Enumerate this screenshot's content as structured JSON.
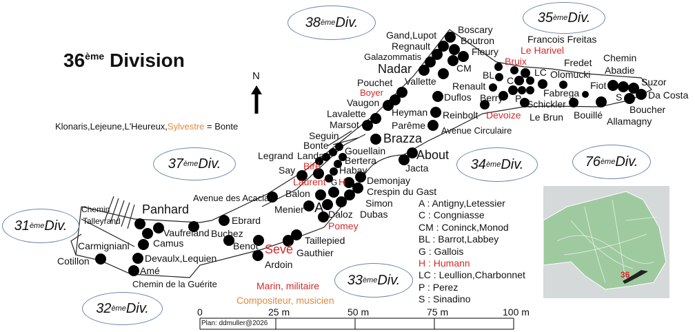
{
  "title": {
    "main": "36",
    "sup": "ème",
    "rest": " Division"
  },
  "north": "N",
  "note": {
    "prefix": "Klonaris,Lejeune,L'Heureux,",
    "highlight": "Sylvestre",
    "suffix": " = Bonte"
  },
  "divisions": [
    {
      "num": "38",
      "sup": "ème",
      "label": " Div."
    },
    {
      "num": "35",
      "sup": "ème",
      "label": " Div."
    },
    {
      "num": "37",
      "sup": "ème",
      "label": " Div."
    },
    {
      "num": "34",
      "sup": "ème",
      "label": " Div."
    },
    {
      "num": "76",
      "sup": "ème",
      "label": " Div."
    },
    {
      "num": "31",
      "sup": "ème",
      "label": " Div."
    },
    {
      "num": "32",
      "sup": "ème",
      "label": " Div."
    },
    {
      "num": "33",
      "sup": "ème",
      "label": " Div."
    }
  ],
  "streets": {
    "acacias": "Avenue des Acacias",
    "circulaire": "Avenue Circulaire",
    "guerite": "Chemin de la Guérite",
    "chemin": "Chemin",
    "talleyrand": "Talleyrand",
    "chemin_abadie_1": "Chemin",
    "chemin_abadie_2": "Abadie"
  },
  "names": {
    "boscary": "Boscary",
    "boutron": "Boutron",
    "fleury": "Fleury",
    "cm": "CM",
    "gand": "Gand,Lupot",
    "regnault": "Regnault",
    "galazommatis": "Galazommatis",
    "nadar": "Nadar",
    "vallette": "Vallette",
    "pouchet": "Pouchet",
    "boyer": "Boyer",
    "vaugon": "Vaugon",
    "lavalette": "Lavalette",
    "marsot": "Marsot",
    "heyman": "Heyman",
    "pareme": "Parême",
    "duflos": "Duflos",
    "brazza": "Brazza",
    "bl": "BL",
    "c": "C",
    "renault": "Renault",
    "berry": "Berry",
    "p": "P",
    "bruix": "Bruix",
    "harivel": "Le Harivel",
    "freitas": "Francois Freitas",
    "lc": "LC",
    "olomucki": "Olomucki",
    "fredet": "Fredet",
    "fabrega": "Fabrega",
    "fiot": "Fiot",
    "s": "S",
    "suzor": "Suzor",
    "dacosta": "Da Costa",
    "boucher": "Boucher",
    "allamagny": "Allamagny",
    "bouille": "Bouillé",
    "schickler": "Schickler",
    "lebrun": "Le Brun",
    "devoize": "Devoize",
    "reinbolt": "Reinbolt",
    "seguin": "Seguin",
    "bonte": "Bonte",
    "landa": "Landa",
    "bire": "Biré",
    "legrand": "Legrand",
    "say": "Say",
    "gouellain": "Gouellain",
    "bertera": "Bertera",
    "habay": "Habay",
    "demonjay": "Demonjay",
    "crespin": "Crespin du Gast",
    "laurent": "Laurent",
    "g": "G",
    "h": "H",
    "balon": "Balon",
    "a": "A",
    "simon": "Simon",
    "dubas": "Dubas",
    "daloz": "Daloz",
    "pomey": "Pomey",
    "menier": "Menier",
    "taillepied": "Taillepied",
    "gauthier": "Gauthier",
    "seve": "Sevé",
    "ardoin": "Ardoin",
    "about": "About",
    "jacta": "Jacta",
    "panhard": "Panhard",
    "vaufreland": "Vaufreland",
    "camus": "Camus",
    "carmigniani": "Carmigniani",
    "cotillon": "Cotillon",
    "devaulx": "Devaulx,Lequien",
    "ame": "Amé",
    "buchez": "Buchez",
    "ebrard": "Ebrard",
    "benot": "Benot"
  },
  "categories": {
    "military": "Marin, militaire",
    "composer": "Compositeur, musicien"
  },
  "legend": [
    {
      "text": "A : Antigny,Letessier"
    },
    {
      "text": "C : Congniasse"
    },
    {
      "text": "CM : Coninck,Monod"
    },
    {
      "text": "BL : Barrot,Labbey"
    },
    {
      "text": "G : Gallois"
    },
    {
      "text": "H : Humann"
    },
    {
      "text": "LC : Leullion,Charbonnet"
    },
    {
      "text": "P : Perez"
    },
    {
      "text": "S : Sinadino"
    }
  ],
  "scale": {
    "ticks": [
      "0",
      "25 m",
      "50 m",
      "75 m",
      "100 m"
    ],
    "credit": "Plan: ddmuller@2026"
  },
  "inset": {
    "label": "36"
  },
  "colors": {
    "red": "#d42a2a",
    "orange": "#e08a3c",
    "ellipse": "#6a86a8",
    "park": "#9fcaa0"
  }
}
